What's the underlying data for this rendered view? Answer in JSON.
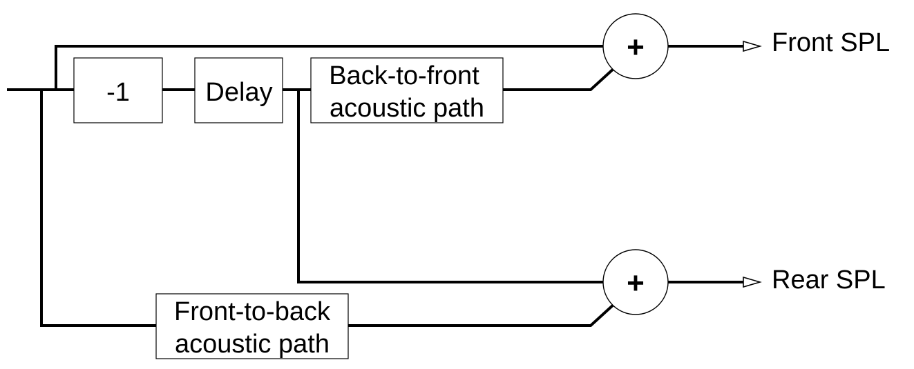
{
  "blocks": {
    "invert": "-1",
    "delay": "Delay",
    "back_to_front": [
      "Back-to-front",
      "acoustic path"
    ],
    "front_to_back": [
      "Front-to-back",
      "acoustic path"
    ]
  },
  "summers": {
    "top_symbol": "+",
    "bottom_symbol": "+"
  },
  "outputs": {
    "front": "Front SPL",
    "rear": "Rear SPL"
  }
}
